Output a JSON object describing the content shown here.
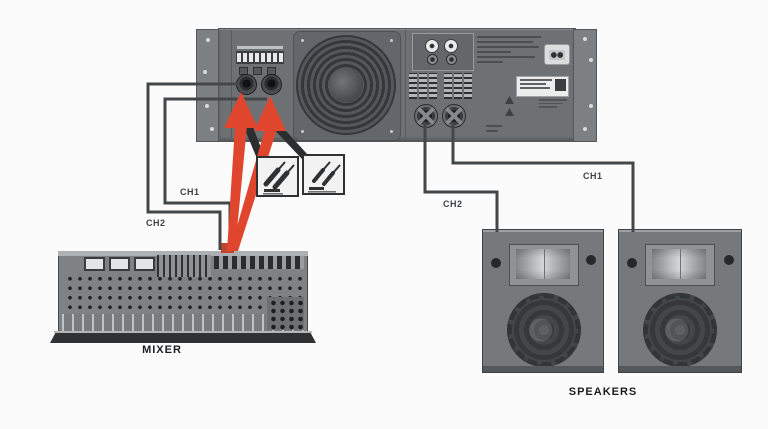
{
  "devices": {
    "mixer_label": "MIXER",
    "speakers_label": "SPEAKERS"
  },
  "cable_labels": {
    "amp_input_ch1": "CH1",
    "amp_input_ch2": "CH2",
    "speaker_ch2": "CH2",
    "speaker_ch1": "CH1"
  },
  "colors": {
    "highlight_arrow_red": "#e0462e",
    "cable_gray": "#44474a",
    "amp_chassis": "#6e7174",
    "speaker_body": "#75797c",
    "background": "#fbfbfb"
  },
  "icons": {
    "fan": "cooling-fan-icon",
    "amp_inputs": "xlr-input-connector-icon",
    "amp_outputs": "speakon-output-connector-icon",
    "power_inlet": "ac-inlet-icon",
    "callout_left": "balanced-plug-icon",
    "callout_right": "phone-plug-icon"
  }
}
